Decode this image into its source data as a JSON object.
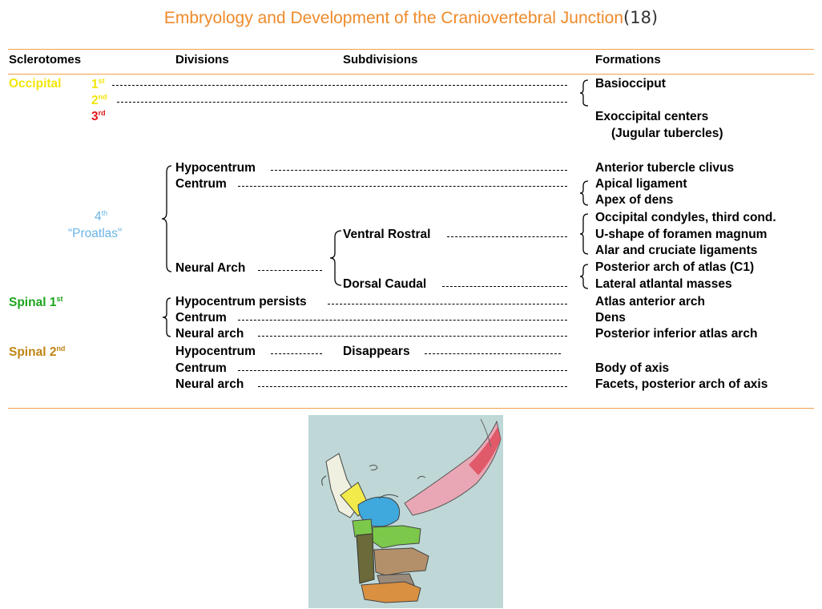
{
  "title": {
    "main": "Embryology and Development of the Craniovertebral Junction",
    "ref": "(18)"
  },
  "headers": {
    "sclerotomes": "Sclerotomes",
    "divisions": "Divisions",
    "subdivisions": "Subdivisions",
    "formations": "Formations"
  },
  "sclerotomes": {
    "occipital": "Occipital",
    "first": "1",
    "first_sup": "st",
    "second": "2",
    "second_sup": "nd",
    "third": "3",
    "third_sup": "rd",
    "fourth": "4",
    "fourth_sup": "th",
    "proatlas": "“Proatlas”",
    "spinal1": "Spinal 1",
    "spinal1_sup": "st",
    "spinal2": "Spinal 2",
    "spinal2_sup": "nd"
  },
  "divisions": {
    "hypocentrum": "Hypocentrum",
    "centrum": "Centrum",
    "neural_arch": "Neural Arch",
    "hypocentrum_persists": "Hypocentrum persists",
    "centrum2": "Centrum",
    "neural_arch2": "Neural arch",
    "hypocentrum3": "Hypocentrum",
    "centrum3": "Centrum",
    "neural_arch3": "Neural arch"
  },
  "subdivisions": {
    "ventral_rostral": "Ventral Rostral",
    "dorsal_caudal": "Dorsal Caudal",
    "disappears": "Disappears"
  },
  "formations": {
    "basiocciput": "Basiocciput",
    "exoccipital": "Exoccipital centers",
    "jugular": "(Jugular tubercles)",
    "anterior_tubercle": "Anterior tubercle clivus",
    "apical_ligament": "Apical ligament",
    "apex_dens": "Apex of dens",
    "occipital_condyles": "Occipital condyles, third cond.",
    "u_shape": "U-shape of foramen magnum",
    "alar": "Alar and cruciate ligaments",
    "posterior_arch_atlas": "Posterior arch of atlas (C1)",
    "lateral_masses": "Lateral atlantal masses",
    "atlas_anterior_arch": "Atlas anterior arch",
    "dens": "Dens",
    "posterior_inferior": "Posterior inferior atlas arch",
    "body_axis": "Body of axis",
    "facets": "Facets, posterior arch of axis"
  },
  "colors": {
    "title": "#ef8a2a",
    "rule": "#f1a14a",
    "occipital": "#f2e60b",
    "third": "#e01818",
    "proatlas": "#6ab4e6",
    "spinal1": "#1da51d",
    "spinal2": "#c08515",
    "photo_bg": "#bfd8d7"
  },
  "image": {
    "subject": "hand-drawn colored sketch of craniovertebral junction"
  }
}
